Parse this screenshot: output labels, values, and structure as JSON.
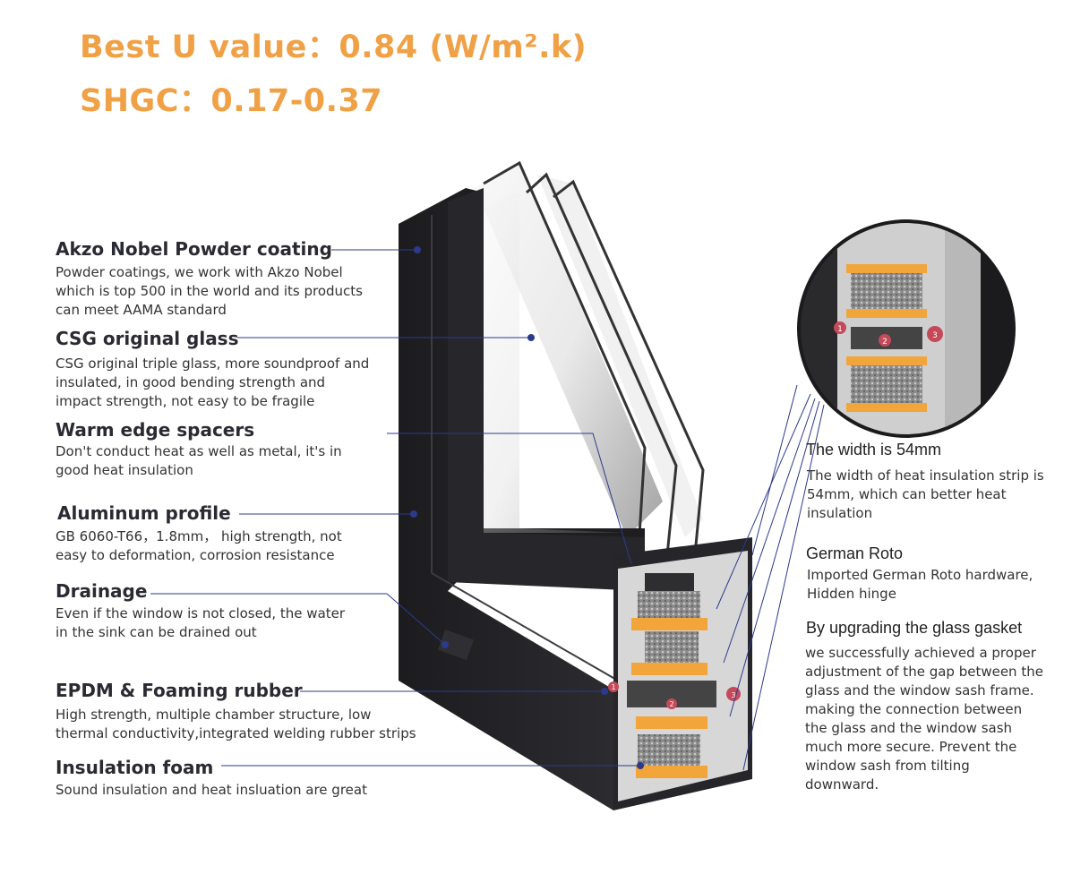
{
  "header": {
    "u_value": "Best U value：0.84 (W/m².k)",
    "shgc": "SHGC：0.17-0.37"
  },
  "features_left": [
    {
      "title": "Akzo Nobel Powder coating",
      "lines": [
        "Powder coatings, we work with Akzo Nobel",
        "which is top 500 in the world and its products",
        "can meet AAMA standard"
      ]
    },
    {
      "title": "CSG original glass",
      "lines": [
        "CSG original triple glass, more soundproof and",
        "insulated, in good bending strength and",
        "impact strength, not easy to be fragile"
      ]
    },
    {
      "title": "Warm edge spacers",
      "lines": [
        "Don't conduct heat as well as metal, it's in",
        "good heat insulation"
      ]
    },
    {
      "title": "Aluminum profile",
      "lines": [
        "GB 6060-T66，1.8mm， high strength, not",
        "easy to deformation, corrosion resistance"
      ]
    },
    {
      "title": "Drainage",
      "lines": [
        "Even if the window is not closed, the water",
        "in the sink can be drained out"
      ]
    },
    {
      "title": "EPDM & Foaming rubber",
      "lines": [
        "High strength, multiple chamber structure, low",
        "thermal conductivity,integrated welding rubber strips"
      ]
    },
    {
      "title": "Insulation foam",
      "lines": [
        "Sound insulation and heat insluation are great"
      ]
    }
  ],
  "features_right": [
    {
      "title": "The width is 54mm",
      "lines": [
        "The width of heat insulation strip is",
        "54mm, which can better heat",
        "insulation"
      ]
    },
    {
      "title": "German Roto",
      "lines": [
        "Imported German Roto hardware,",
        "Hidden hinge"
      ]
    },
    {
      "title": "By upgrading the glass gasket",
      "lines": [
        "we successfully achieved a proper",
        "adjustment of the gap between the",
        "glass and the window sash frame.",
        "making the connection between",
        "the glass and the window sash",
        "much more secure. Prevent the",
        "window sash from tilting",
        "downward."
      ]
    }
  ],
  "markers": [
    "1",
    "2",
    "3"
  ],
  "colors": {
    "headline": "#f0a045",
    "frame": "#222226",
    "leader": "#2c3a8c",
    "strip": "#f2a53a"
  }
}
